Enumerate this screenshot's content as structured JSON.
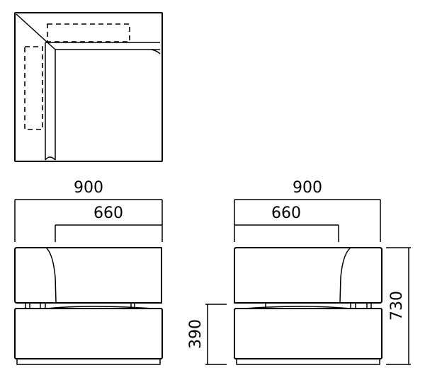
{
  "dimensions": {
    "front_width": "900",
    "front_inner_width": "660",
    "side_width": "900",
    "side_inner_width": "660",
    "seat_height": "390",
    "total_height": "730"
  }
}
